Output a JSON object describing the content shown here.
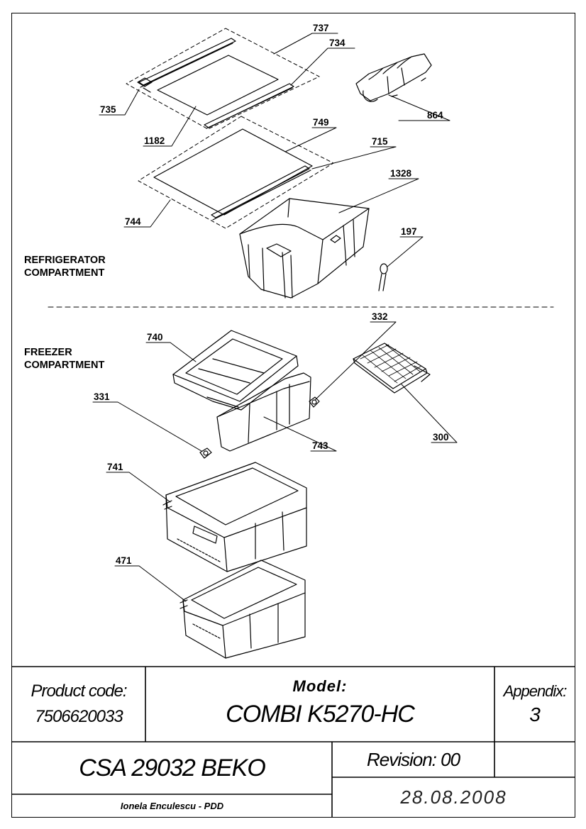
{
  "sections": {
    "refrigerator": [
      "REFRIGERATOR",
      "COMPARTMENT"
    ],
    "freezer": [
      "FREEZER",
      "COMPARTMENT"
    ]
  },
  "parts": {
    "p737": "737",
    "p734": "734",
    "p735": "735",
    "p1182": "1182",
    "p864": "864",
    "p749": "749",
    "p715": "715",
    "p744": "744",
    "p1328": "1328",
    "p197": "197",
    "p740": "740",
    "p332": "332",
    "p331": "331",
    "p743": "743",
    "p300": "300",
    "p741": "741",
    "p471": "471"
  },
  "title_block": {
    "product_code_label": "Product code:",
    "product_code": "7506620033",
    "model_label": "Model:",
    "model": "COMBI K5270-HC",
    "appendix_label": "Appendix:",
    "appendix": "3",
    "doc_code": "CSA 29032 BEKO",
    "revision": "Revision: 00",
    "author": "Ionela Enculescu - PDD",
    "date": "28.08.2008"
  }
}
